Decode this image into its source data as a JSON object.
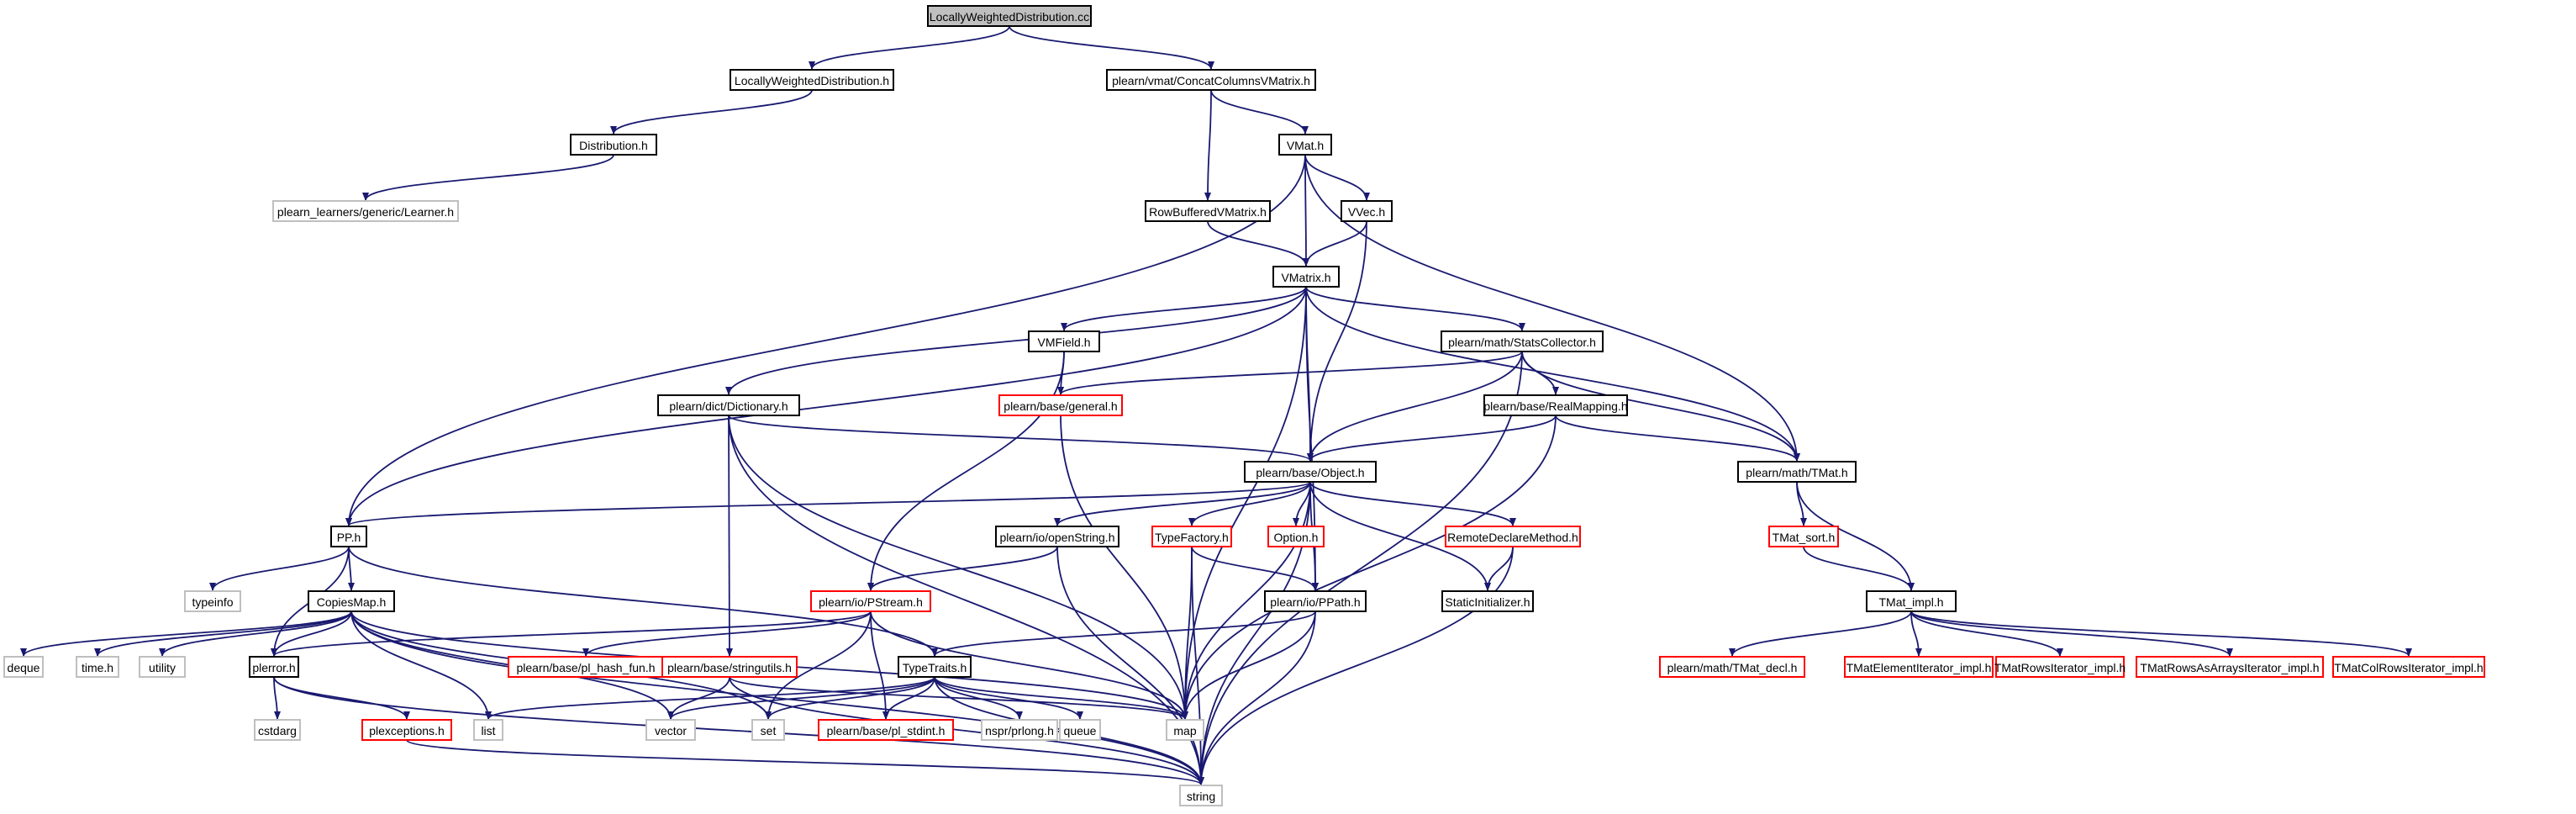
{
  "colors": {
    "edge": "#191970",
    "local_border": "#000000",
    "system_border": "#bfbfbf",
    "documented_border": "#ff0000",
    "root_fill": "#bfbfbf",
    "text": "#000000"
  },
  "nodes": [
    {
      "id": "root",
      "label": "LocallyWeightedDistribution.cc",
      "kind": "root"
    },
    {
      "id": "lwd_h",
      "label": "LocallyWeightedDistribution.h",
      "kind": "local"
    },
    {
      "id": "concat",
      "label": "plearn/vmat/ConcatColumnsVMatrix.h",
      "kind": "local"
    },
    {
      "id": "distrib",
      "label": "Distribution.h",
      "kind": "local"
    },
    {
      "id": "vmat_h",
      "label": "VMat.h",
      "kind": "local"
    },
    {
      "id": "learner",
      "label": "plearn_learners/generic/Learner.h",
      "kind": "system"
    },
    {
      "id": "rowbuf",
      "label": "RowBufferedVMatrix.h",
      "kind": "local"
    },
    {
      "id": "vvec",
      "label": "VVec.h",
      "kind": "local"
    },
    {
      "id": "vmatrix",
      "label": "VMatrix.h",
      "kind": "local"
    },
    {
      "id": "vmfield",
      "label": "VMField.h",
      "kind": "local"
    },
    {
      "id": "stats",
      "label": "plearn/math/StatsCollector.h",
      "kind": "local"
    },
    {
      "id": "general",
      "label": "plearn/base/general.h",
      "kind": "documented"
    },
    {
      "id": "realmap",
      "label": "plearn/base/RealMapping.h",
      "kind": "local"
    },
    {
      "id": "dict",
      "label": "plearn/dict/Dictionary.h",
      "kind": "local"
    },
    {
      "id": "object",
      "label": "plearn/base/Object.h",
      "kind": "local"
    },
    {
      "id": "tmat",
      "label": "plearn/math/TMat.h",
      "kind": "local"
    },
    {
      "id": "pp",
      "label": "PP.h",
      "kind": "local"
    },
    {
      "id": "openstr",
      "label": "plearn/io/openString.h",
      "kind": "local"
    },
    {
      "id": "typefac",
      "label": "TypeFactory.h",
      "kind": "documented"
    },
    {
      "id": "option",
      "label": "Option.h",
      "kind": "documented"
    },
    {
      "id": "remote",
      "label": "RemoteDeclareMethod.h",
      "kind": "documented"
    },
    {
      "id": "tmatsort",
      "label": "TMat_sort.h",
      "kind": "documented"
    },
    {
      "id": "typeinfo",
      "label": "typeinfo",
      "kind": "system"
    },
    {
      "id": "copies",
      "label": "CopiesMap.h",
      "kind": "local"
    },
    {
      "id": "pstream",
      "label": "plearn/io/PStream.h",
      "kind": "documented"
    },
    {
      "id": "ppath",
      "label": "plearn/io/PPath.h",
      "kind": "local"
    },
    {
      "id": "staticinit",
      "label": "StaticInitializer.h",
      "kind": "local"
    },
    {
      "id": "tmatimpl",
      "label": "TMat_impl.h",
      "kind": "local"
    },
    {
      "id": "deque",
      "label": "deque",
      "kind": "system"
    },
    {
      "id": "time",
      "label": "time.h",
      "kind": "system"
    },
    {
      "id": "utility",
      "label": "utility",
      "kind": "system"
    },
    {
      "id": "plerror",
      "label": "plerror.h",
      "kind": "local"
    },
    {
      "id": "hashfun",
      "label": "plearn/base/pl_hash_fun.h",
      "kind": "documented"
    },
    {
      "id": "strutils",
      "label": "plearn/base/stringutils.h",
      "kind": "documented"
    },
    {
      "id": "typetraits",
      "label": "TypeTraits.h",
      "kind": "local"
    },
    {
      "id": "tmatdecl",
      "label": "plearn/math/TMat_decl.h",
      "kind": "documented"
    },
    {
      "id": "elemiter",
      "label": "TMatElementIterator_impl.h",
      "kind": "documented"
    },
    {
      "id": "rowsiter",
      "label": "TMatRowsIterator_impl.h",
      "kind": "documented"
    },
    {
      "id": "rowsarr",
      "label": "TMatRowsAsArraysIterator_impl.h",
      "kind": "documented"
    },
    {
      "id": "colrows",
      "label": "TMatColRowsIterator_impl.h",
      "kind": "documented"
    },
    {
      "id": "cstdarg",
      "label": "cstdarg",
      "kind": "system"
    },
    {
      "id": "plexc",
      "label": "plexceptions.h",
      "kind": "documented"
    },
    {
      "id": "list",
      "label": "list",
      "kind": "system"
    },
    {
      "id": "vector",
      "label": "vector",
      "kind": "system"
    },
    {
      "id": "set",
      "label": "set",
      "kind": "system"
    },
    {
      "id": "stdint",
      "label": "plearn/base/pl_stdint.h",
      "kind": "documented"
    },
    {
      "id": "prlong",
      "label": "nspr/prlong.h",
      "kind": "system"
    },
    {
      "id": "queue",
      "label": "queue",
      "kind": "system"
    },
    {
      "id": "map",
      "label": "map",
      "kind": "system"
    },
    {
      "id": "string",
      "label": "string",
      "kind": "system"
    }
  ],
  "edges": [
    [
      "root",
      "lwd_h"
    ],
    [
      "root",
      "concat"
    ],
    [
      "lwd_h",
      "distrib"
    ],
    [
      "distrib",
      "learner"
    ],
    [
      "concat",
      "vmat_h"
    ],
    [
      "concat",
      "rowbuf"
    ],
    [
      "vmat_h",
      "vvec"
    ],
    [
      "vmat_h",
      "vmatrix"
    ],
    [
      "vmat_h",
      "pp"
    ],
    [
      "vmat_h",
      "tmat"
    ],
    [
      "rowbuf",
      "vmatrix"
    ],
    [
      "vvec",
      "vmatrix"
    ],
    [
      "vvec",
      "object"
    ],
    [
      "vmatrix",
      "vmfield"
    ],
    [
      "vmatrix",
      "stats"
    ],
    [
      "vmatrix",
      "dict"
    ],
    [
      "vmatrix",
      "object"
    ],
    [
      "vmatrix",
      "tmat"
    ],
    [
      "vmatrix",
      "pp"
    ],
    [
      "vmatrix",
      "ppath"
    ],
    [
      "vmatrix",
      "map"
    ],
    [
      "vmfield",
      "general"
    ],
    [
      "vmfield",
      "pstream"
    ],
    [
      "stats",
      "general"
    ],
    [
      "stats",
      "realmap"
    ],
    [
      "stats",
      "object"
    ],
    [
      "stats",
      "tmat"
    ],
    [
      "stats",
      "string"
    ],
    [
      "realmap",
      "object"
    ],
    [
      "realmap",
      "tmat"
    ],
    [
      "realmap",
      "map"
    ],
    [
      "dict",
      "object"
    ],
    [
      "dict",
      "strutils"
    ],
    [
      "dict",
      "map"
    ],
    [
      "dict",
      "string"
    ],
    [
      "general",
      "map"
    ],
    [
      "object",
      "pp"
    ],
    [
      "object",
      "openstr"
    ],
    [
      "object",
      "typefac"
    ],
    [
      "object",
      "option"
    ],
    [
      "object",
      "remote"
    ],
    [
      "object",
      "ppath"
    ],
    [
      "object",
      "staticinit"
    ],
    [
      "object",
      "map"
    ],
    [
      "object",
      "string"
    ],
    [
      "tmat",
      "tmatsort"
    ],
    [
      "tmat",
      "tmatimpl"
    ],
    [
      "tmatsort",
      "tmatimpl"
    ],
    [
      "pp",
      "typeinfo"
    ],
    [
      "pp",
      "copies"
    ],
    [
      "pp",
      "plerror"
    ],
    [
      "pp",
      "typetraits"
    ],
    [
      "openstr",
      "pstream"
    ],
    [
      "openstr",
      "string"
    ],
    [
      "typefac",
      "ppath"
    ],
    [
      "typefac",
      "map"
    ],
    [
      "typefac",
      "string"
    ],
    [
      "remote",
      "staticinit"
    ],
    [
      "remote",
      "string"
    ],
    [
      "copies",
      "deque"
    ],
    [
      "copies",
      "time"
    ],
    [
      "copies",
      "utility"
    ],
    [
      "copies",
      "plerror"
    ],
    [
      "copies",
      "list"
    ],
    [
      "copies",
      "vector"
    ],
    [
      "copies",
      "set"
    ],
    [
      "copies",
      "map"
    ],
    [
      "copies",
      "string"
    ],
    [
      "pstream",
      "plerror"
    ],
    [
      "pstream",
      "hashfun"
    ],
    [
      "pstream",
      "set"
    ],
    [
      "pstream",
      "stdint"
    ],
    [
      "pstream",
      "map"
    ],
    [
      "ppath",
      "typetraits"
    ],
    [
      "ppath",
      "map"
    ],
    [
      "ppath",
      "string"
    ],
    [
      "tmatimpl",
      "tmatdecl"
    ],
    [
      "tmatimpl",
      "elemiter"
    ],
    [
      "tmatimpl",
      "rowsiter"
    ],
    [
      "tmatimpl",
      "rowsarr"
    ],
    [
      "tmatimpl",
      "colrows"
    ],
    [
      "plerror",
      "cstdarg"
    ],
    [
      "plerror",
      "plexc"
    ],
    [
      "plerror",
      "string"
    ],
    [
      "strutils",
      "vector"
    ],
    [
      "strutils",
      "map"
    ],
    [
      "strutils",
      "string"
    ],
    [
      "typetraits",
      "list"
    ],
    [
      "typetraits",
      "vector"
    ],
    [
      "typetraits",
      "set"
    ],
    [
      "typetraits",
      "stdint"
    ],
    [
      "typetraits",
      "prlong"
    ],
    [
      "typetraits",
      "queue"
    ],
    [
      "typetraits",
      "map"
    ],
    [
      "typetraits",
      "string"
    ],
    [
      "plexc",
      "string"
    ]
  ]
}
